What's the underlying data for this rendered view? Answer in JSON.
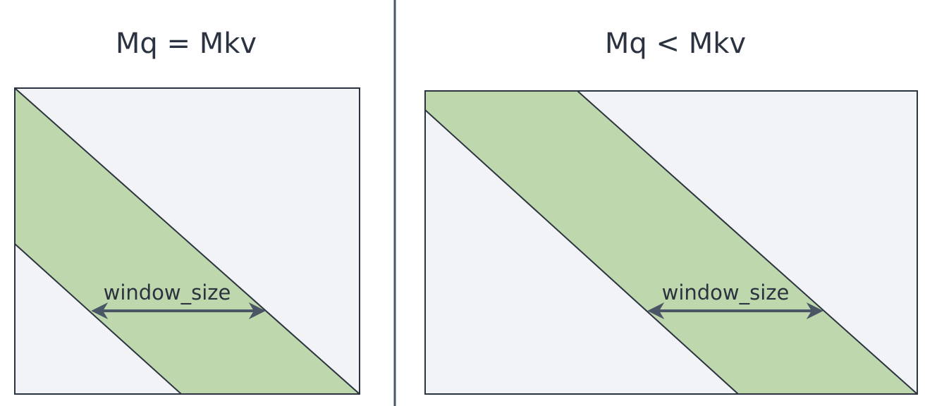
{
  "colors": {
    "background": "#ffffff",
    "matrix_fill": "#f2f3f7",
    "band_fill": "#bed7ad",
    "outline": "#2b3340",
    "arrow": "#4a5566",
    "divider": "#4a5566"
  },
  "panels": [
    {
      "title": "Mq = Mkv",
      "arrow_label": "window_size"
    },
    {
      "title": "Mq < Mkv",
      "arrow_label": "window_size"
    }
  ]
}
